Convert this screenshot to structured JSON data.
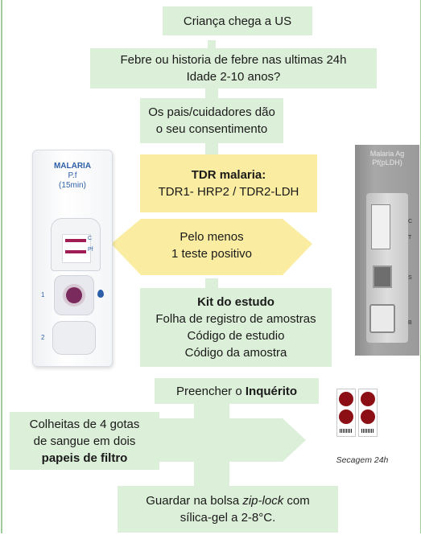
{
  "steps": {
    "arrival": "Criança chega a US",
    "fever_line1": "Febre ou historia de febre nas ultimas 24h",
    "fever_line2": "Idade 2-10 anos?",
    "consent_line1": "Os pais/cuidadores dão",
    "consent_line2": "o seu consentimento",
    "tdr_title": "TDR malaria:",
    "tdr_line": "TDR1- HRP2  /  TDR2-LDH",
    "positive_line1": "Pelo menos",
    "positive_line2": "1 teste positivo",
    "kit_title": "Kit do estudo",
    "kit_line1": "Folha de registro de amostras",
    "kit_line2": "Código de estudio",
    "kit_line3": "Código da amostra",
    "survey_prefix": "Preencher o ",
    "survey_bold": "Inquérito",
    "blood_line1": "Colheitas de 4 gotas",
    "blood_line2": "de sangue em dois",
    "blood_bold": "papeis de filtro",
    "store_prefix": "Guardar na bolsa ",
    "store_italic": "zip-lock",
    "store_suffix": " com",
    "store_line2": "sílica-gel a 2-8°C."
  },
  "left_test": {
    "brand_line1": "MALARIA",
    "brand_line2": "P.f",
    "brand_line3": "(15min)",
    "mark_c": "C",
    "mark_t": "Pf",
    "well_1": "1",
    "well_2": "2"
  },
  "right_test": {
    "title_line1": "Malaria Ag",
    "title_line2": "Pf(pLDH)",
    "mark_c": "C",
    "mark_t": "T",
    "mark_s": "S",
    "mark_b": "B"
  },
  "filter_caption": "Secagem 24h",
  "colors": {
    "green": "#dcefd8",
    "yellow": "#faeca0",
    "frame": "#9fcc9a",
    "blood": "#8b0f14"
  }
}
